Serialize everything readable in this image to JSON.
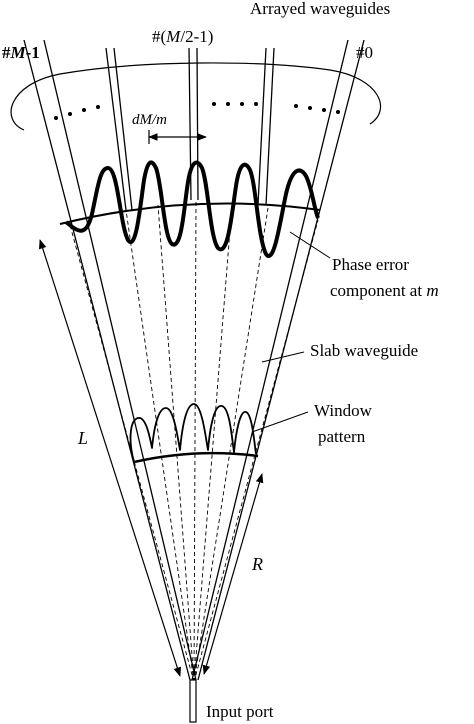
{
  "labels": {
    "arrayed": "Arrayed waveguides",
    "mid_hash": "#(",
    "mid_m": "M",
    "mid_rest": "/2-1)",
    "left_hash": "#",
    "left_m": "M",
    "left_rest": "-1",
    "right_idx": "#0",
    "spacing": "dM/m",
    "phase_1": "Phase error",
    "phase_2": "component at",
    "phase_m": "m",
    "slab": "Slab waveguide",
    "window_1": "Window",
    "window_2": "pattern",
    "L": "L",
    "R": "R",
    "input": "Input port"
  }
}
